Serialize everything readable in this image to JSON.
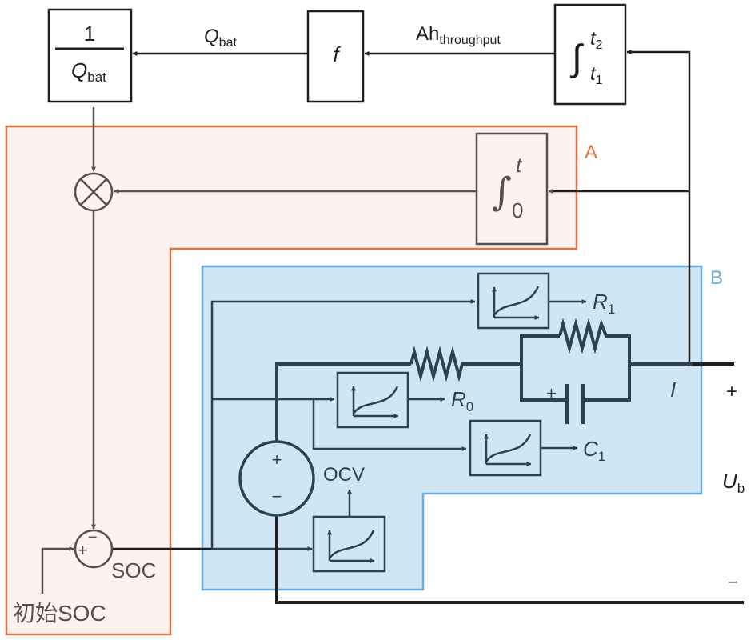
{
  "title": "Battery SOC estimation block diagram with equivalent circuit model",
  "colors": {
    "region_a_fill": "#fcf2ef",
    "region_a_border": "#dd7446",
    "region_b_fill": "#d1e6f4",
    "region_b_border": "#6aade0",
    "wire_dark": "#1f1f1f",
    "wire_gray": "#564f4d",
    "wire_blue": "#2b4250"
  },
  "regions": {
    "a": {
      "label": "A"
    },
    "b": {
      "label": "B"
    }
  },
  "blocks": {
    "inverse_capacity": {
      "numerator": "1",
      "denominator_main": "Q",
      "denominator_sub": "bat"
    },
    "aging_function": {
      "label": "f"
    },
    "throughput_integrator": {
      "symbol": "∫",
      "upper_main": "t",
      "upper_sub": "2",
      "lower_main": "t",
      "lower_sub": "1"
    },
    "current_integrator": {
      "symbol": "∫",
      "upper": "t",
      "lower": "0"
    },
    "multiplier": {
      "symbol": "×"
    },
    "summing_junction": {
      "plus": "+",
      "minus": "−"
    }
  },
  "signals": {
    "q_bat": {
      "main": "Q",
      "sub": "bat"
    },
    "ah_throughput": {
      "main": "Ah",
      "sub": "throughput"
    },
    "soc": "SOC",
    "initial_soc": "初始SOC",
    "ocv": "OCV",
    "r0": {
      "main": "R",
      "sub": "0"
    },
    "r1": {
      "main": "R",
      "sub": "1"
    },
    "c1": {
      "main": "C",
      "sub": "1"
    },
    "current": "I",
    "terminal_voltage": {
      "main": "U",
      "sub": "b"
    },
    "terminal_plus": "+",
    "terminal_minus": "−"
  },
  "circuit": {
    "voltage_source": {
      "plus": "+",
      "minus": "−"
    },
    "capacitor_polarity": "+"
  }
}
